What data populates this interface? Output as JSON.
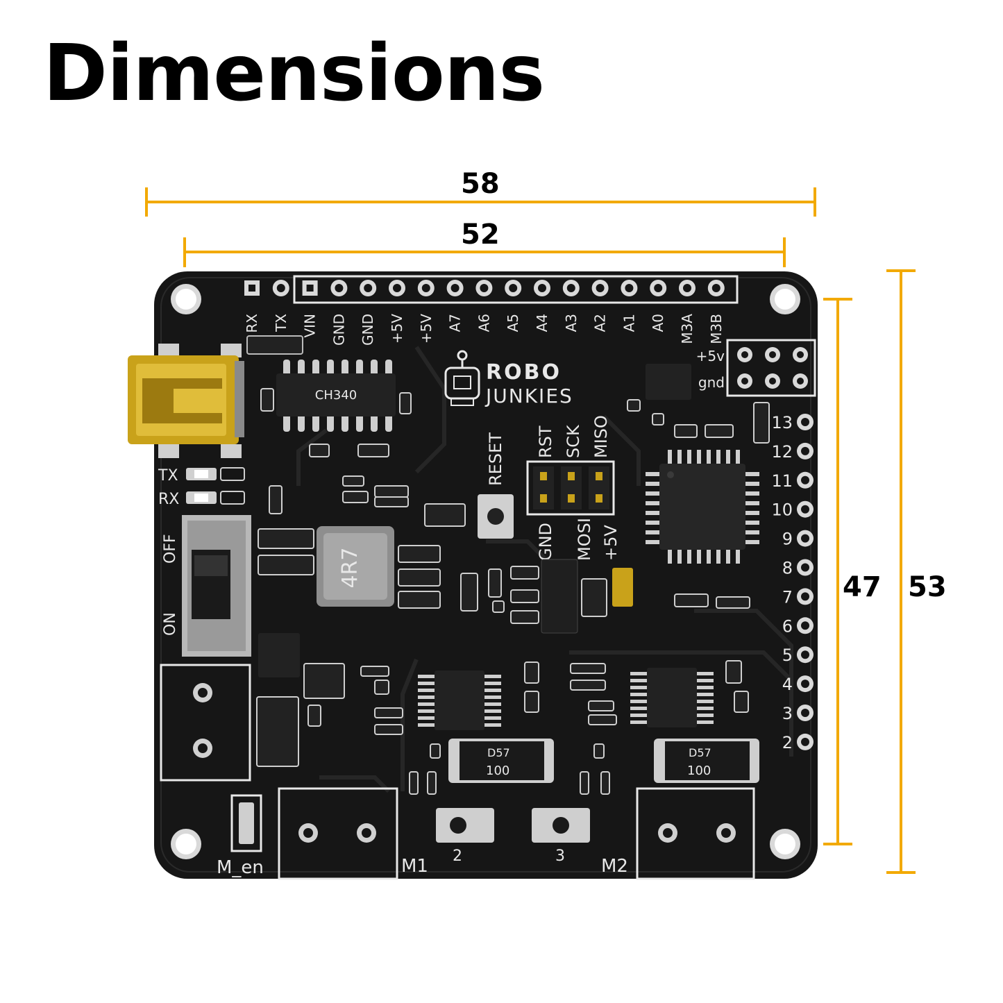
{
  "title": "Dimensions",
  "dimension_color": "#f2a900",
  "dimensions": {
    "width_outer": "58",
    "width_inner": "52",
    "height_inner": "47",
    "height_outer": "53"
  },
  "board": {
    "pcb_color": "#161616",
    "header_top": [
      "RX",
      "TX",
      "VIN",
      "GND",
      "GND",
      "+5V",
      "+5V",
      "A7",
      "A6",
      "A5",
      "A4",
      "A3",
      "A2",
      "A1",
      "A0",
      "M3A",
      "M3B"
    ],
    "header_right": [
      "13",
      "12",
      "11",
      "10",
      "9",
      "8",
      "7",
      "6",
      "5",
      "4",
      "3",
      "2"
    ],
    "power_header": [
      "+5v",
      "gnd"
    ],
    "logo_line1": "ROBO",
    "logo_line2": "JUNKIES",
    "isp_top": [
      "RST",
      "SCK",
      "MISO"
    ],
    "isp_bottom": [
      "GND",
      "MOSI",
      "+5V"
    ],
    "reset_label": "RESET",
    "led_labels": [
      "TX",
      "RX"
    ],
    "switch_labels": [
      "OFF",
      "ON"
    ],
    "inductor_label": "4R7",
    "usb_ic_label": "CH340",
    "motor_labels": [
      "M_en",
      "M1",
      "M2"
    ],
    "button_labels": [
      "2",
      "3"
    ],
    "capacitor_label": "100",
    "capacitor_code": "D57"
  }
}
